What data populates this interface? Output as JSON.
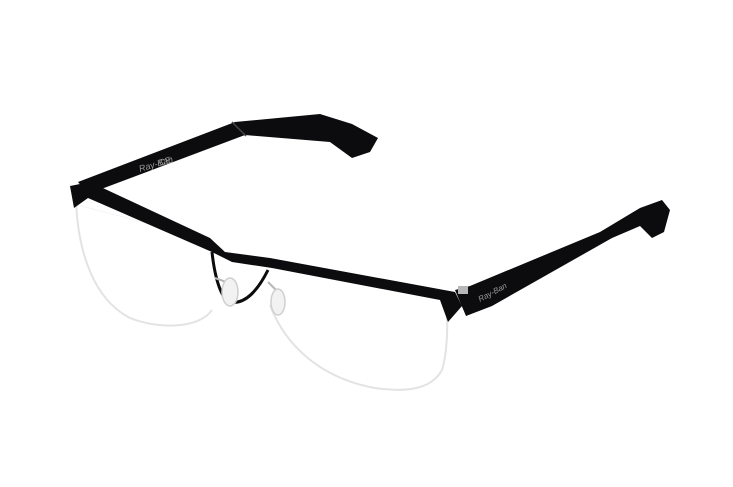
{
  "product": {
    "left_temple_logo": "Ray-Ban",
    "left_temple_mark": "CE",
    "right_hinge_logo": "Ray-Ban"
  },
  "colors": {
    "background": "#ffffff",
    "frame": "#0c0c0e",
    "temple_tip": "#1a1a1d",
    "lens_edge": "#e6e6e6",
    "metal": "#b7b7b7",
    "nose_pad": "#f2f2f2"
  }
}
